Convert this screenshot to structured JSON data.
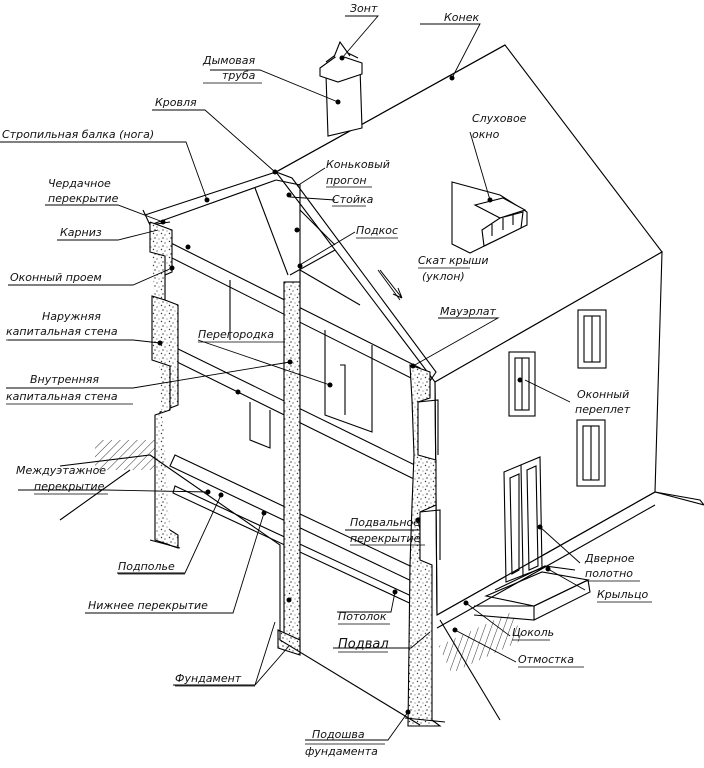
{
  "diagram": {
    "labels": {
      "umbrella": "Зонт",
      "ridge": "Конек",
      "chimney": [
        "Дымовая",
        "труба"
      ],
      "roofing": "Кровля",
      "rafter": "Стропильная балка (нога)",
      "attic_floor": [
        "Чердачное",
        "перекрытие"
      ],
      "eaves": "Карниз",
      "window_opening": "Оконный проем",
      "outer_wall": [
        "Наружняя",
        "капитальная стена"
      ],
      "inner_wall": [
        "Внутренняя",
        "капитальная стена"
      ],
      "interfloor": [
        "Междуэтажное",
        "перекрытие"
      ],
      "subfloor": "Подполье",
      "lower_floor": "Нижнее перекрытие",
      "foundation": "Фундамент",
      "ridge_purlin": [
        "Коньковый",
        "прогон"
      ],
      "post": "Стойка",
      "strut": "Подкос",
      "dormer": [
        "Слуховое",
        "окно"
      ],
      "roof_slope": [
        "Скат крыши",
        "(уклон)"
      ],
      "partition": "Перегородка",
      "mauerlat": "Мауэрлат",
      "window_frame": [
        "Оконный",
        "переплет"
      ],
      "basement_floor": [
        "Подвальное",
        "перекрытие"
      ],
      "ceiling": "Потолок",
      "basement": "Подвал",
      "door_leaf": [
        "Дверное",
        "полотно"
      ],
      "porch": "Крыльцо",
      "plinth": "Цоколь",
      "blind_area": "Отмостка",
      "footing": [
        "Подошва",
        "фундамента"
      ]
    }
  }
}
